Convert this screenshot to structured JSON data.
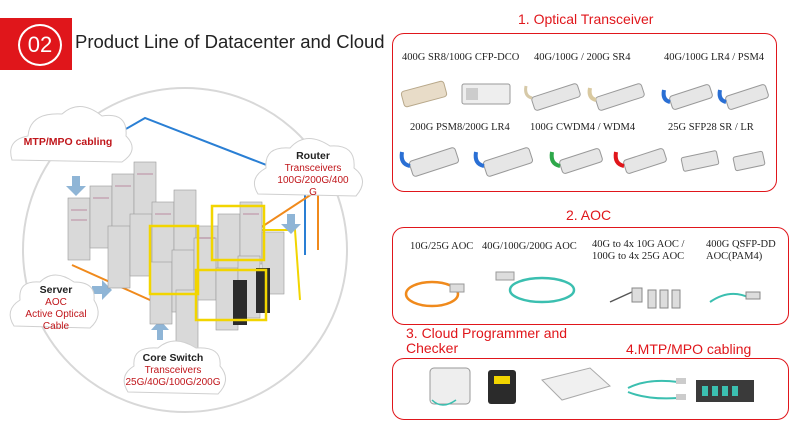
{
  "header": {
    "number": "02",
    "title": "Product Line of Datacenter and Cloud"
  },
  "clouds": {
    "mtp": {
      "title": "MTP/MPO cabling"
    },
    "router": {
      "title": "Router",
      "sub1": "Transceivers",
      "sub2": "100G/200G/400",
      "sub3": "G"
    },
    "server": {
      "title": "Server",
      "sub1": "AOC",
      "sub2": "Active Optical",
      "sub3": "Cable"
    },
    "core": {
      "title": "Core Switch",
      "sub1": "Transceivers",
      "sub2": "25G/40G/100G/200G"
    }
  },
  "sections": {
    "optical": {
      "title": "1. Optical Transceiver",
      "labels": [
        "400G SR8/100G CFP-DCO",
        "40G/100G / 200G SR4",
        "40G/100G LR4 / PSM4",
        "200G PSM8/200G LR4",
        "100G CWDM4 / WDM4",
        "25G SFP28 SR  / LR"
      ]
    },
    "aoc": {
      "title": "2. AOC",
      "labels": [
        "10G/25G AOC",
        "40G/100G/200G AOC",
        "40G to 4x 10G AOC /",
        "100G to 4x 25G AOC",
        "400G QSFP-DD",
        "AOC(PAM4)"
      ]
    },
    "programmer": {
      "title_line1": "3. Cloud Programmer and",
      "title_line2": "Checker"
    },
    "mtp": {
      "title": "4.MTP/MPO cabling"
    }
  },
  "colors": {
    "accent": "#e0161b",
    "link_blue": "#2a7fd4",
    "link_orange": "#f08a1c",
    "link_yellow": "#f2d500"
  },
  "icons": [
    "transceiver-module-icon",
    "aoc-cable-icon",
    "programmer-device-icon",
    "fiber-cassette-icon",
    "server-rack-icon",
    "cloud-icon"
  ]
}
